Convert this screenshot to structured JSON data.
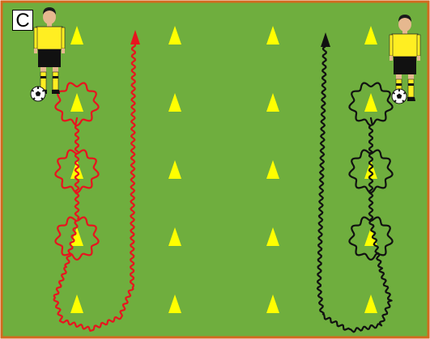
{
  "drill_label": "C",
  "colors": {
    "pitch_fill": "#6fae3e",
    "pitch_border": "#d2691e",
    "cone": "#ffff00",
    "path_red": "#e8141e",
    "path_black": "#111111",
    "shirt": "#ffee22",
    "shorts": "#111111",
    "sock_band": "#ffee22"
  },
  "icons": {
    "cone": "cone-icon",
    "player": "player-icon",
    "ball": "soccer-ball-icon",
    "arrowhead": "arrowhead-icon"
  },
  "layout": {
    "cone_columns": 4,
    "cone_rows": 5,
    "players": 2,
    "dribble_paths": 2
  }
}
